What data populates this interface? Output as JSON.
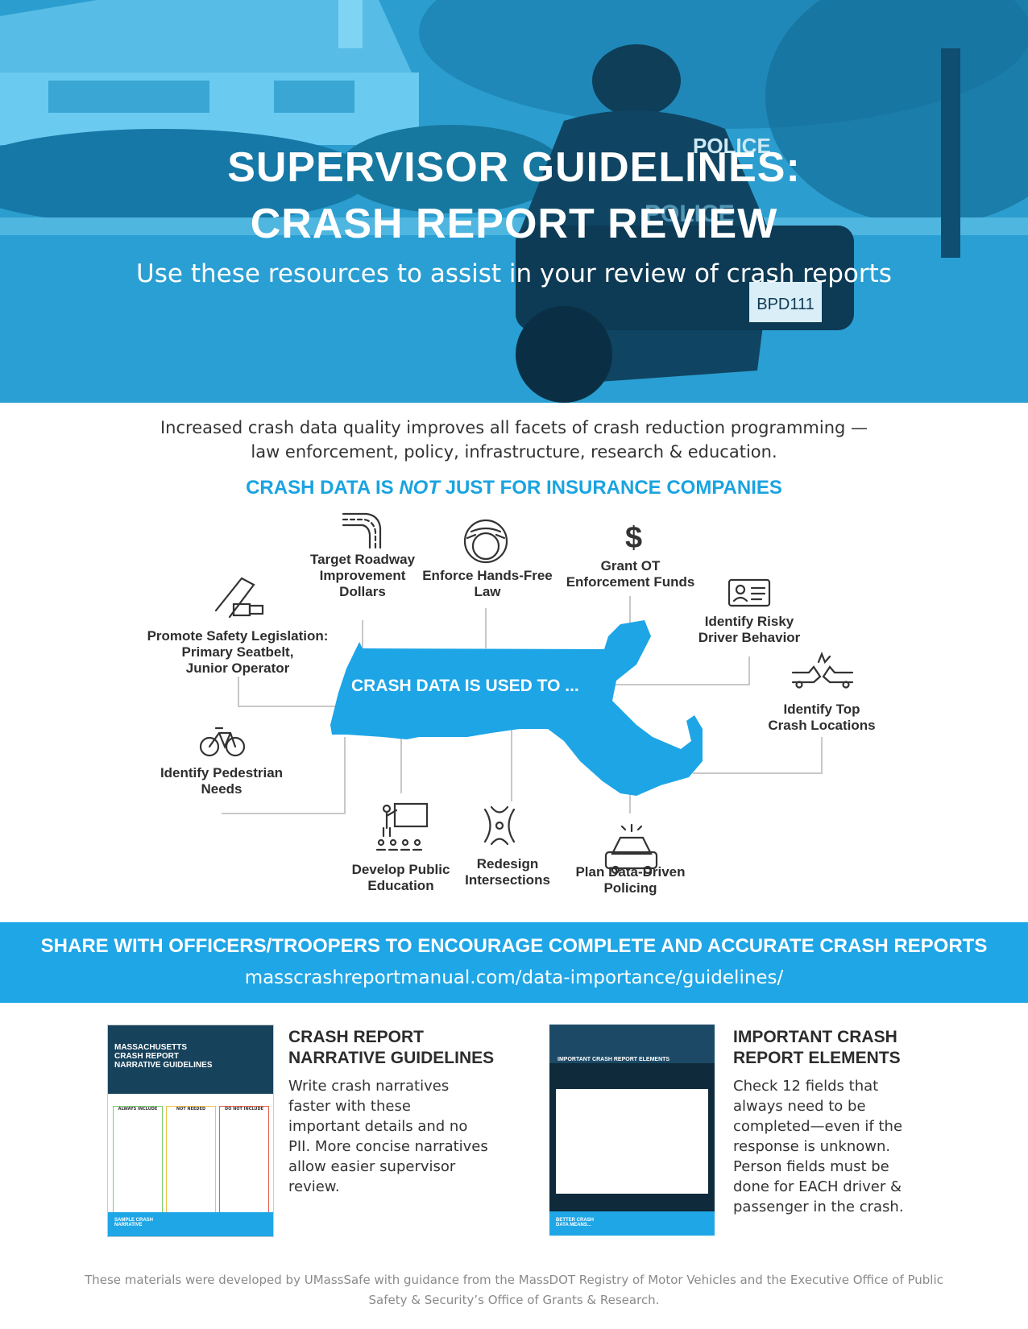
{
  "hero": {
    "title_line1": "SUPERVISOR GUIDELINES:",
    "title_line2": "CRASH REPORT REVIEW",
    "subtitle": "Use these resources to assist in your review of crash reports",
    "plate": "BPD111",
    "vest": "POLICE",
    "bike_label": "POLICE"
  },
  "intro": {
    "line1": "Increased crash data quality improves all facets of crash reduction programming —",
    "line2": "law enforcement, policy, infrastructure, research & education."
  },
  "section": {
    "head_pre": "CRASH DATA IS ",
    "head_em": "NOT",
    "head_post": " JUST FOR INSURANCE COMPANIES",
    "center_label": "CRASH DATA IS USED TO ..."
  },
  "uses": [
    {
      "label": "Target Roadway Improvement Dollars",
      "icon": "road-curve-icon"
    },
    {
      "label": "Enforce Hands-Free Law",
      "icon": "steering-wheel-icon"
    },
    {
      "label": "Grant OT Enforcement Funds",
      "icon": "dollar-icon"
    },
    {
      "label": "Identify Risky Driver Behavior",
      "icon": "license-card-icon"
    },
    {
      "label": "Identify Top Crash Locations",
      "icon": "car-crash-icon"
    },
    {
      "label": "Plan Data-Driven Policing",
      "icon": "police-car-icon"
    },
    {
      "label": "Redesign Intersections",
      "icon": "intersection-icon"
    },
    {
      "label": "Develop Public Education",
      "icon": "presentation-icon"
    },
    {
      "label": "Identify Pedestrian Needs",
      "icon": "bicycle-icon"
    },
    {
      "label": "Promote Safety Legislation: Primary Seatbelt, Junior Operator",
      "icon": "seatbelt-icon"
    }
  ],
  "labels": {
    "target1": "Target Roadway",
    "target2": "Improvement",
    "target3": "Dollars",
    "enforce1": "Enforce Hands-Free",
    "enforce2": "Law",
    "grant1": "Grant OT",
    "grant2": "Enforcement Funds",
    "risky1": "Identify Risky",
    "risky2": "Driver Behavior",
    "top1": "Identify Top",
    "top2": "Crash Locations",
    "plan1": "Plan Data-Driven",
    "plan2": "Policing",
    "redesign1": "Redesign",
    "redesign2": "Intersections",
    "develop1": "Develop Public",
    "develop2": "Education",
    "ped1": "Identify Pedestrian",
    "ped2": "Needs",
    "promote1": "Promote Safety Legislation:",
    "promote2": "Primary Seatbelt,",
    "promote3": "Junior Operator",
    "dollar": "$"
  },
  "band": {
    "title": "SHARE WITH OFFICERS/TROOPERS TO ENCOURAGE COMPLETE AND ACCURATE CRASH REPORTS",
    "url": "masscrashreportmanual.com/data-importance/guidelines/"
  },
  "resources": [
    {
      "title1": "CRASH REPORT",
      "title2": "NARRATIVE GUIDELINES",
      "desc": [
        "Write crash narratives",
        "faster with these",
        "important details and no",
        "PII. More concise narratives",
        "allow easier supervisor",
        "review."
      ],
      "thumb": {
        "head1": "MASSACHUSETTS",
        "head2": "CRASH REPORT",
        "head3": "NARRATIVE GUIDELINES",
        "col1": "ALWAYS INCLUDE",
        "col2": "NOT NEEDED",
        "col3": "DO NOT INCLUDE",
        "foot": "SAMPLE CRASH NARRATIVE"
      }
    },
    {
      "title1": "IMPORTANT CRASH",
      "title2": "REPORT ELEMENTS",
      "desc": [
        "Check 12 fields that",
        "always need to be",
        "completed—even if the",
        "response is unknown.",
        "Person fields must be",
        "done for EACH driver &",
        "passenger in the crash."
      ],
      "thumb": {
        "head": "IMPORTANT CRASH REPORT ELEMENTS",
        "foot": "BETTER CRASH DATA MEANS..."
      }
    }
  ],
  "footer": {
    "line1": "These materials were developed by UMassSafe with guidance from the MassDOT Registry of Motor Vehicles and the Executive Office of Public",
    "line2": "Safety & Security’s Office of Grants & Research."
  },
  "colors": {
    "accent": "#1aa3e0",
    "band": "#1fa6e6",
    "map": "#1da5e6",
    "connector": "#c8c8c8",
    "icon": "#333333"
  }
}
